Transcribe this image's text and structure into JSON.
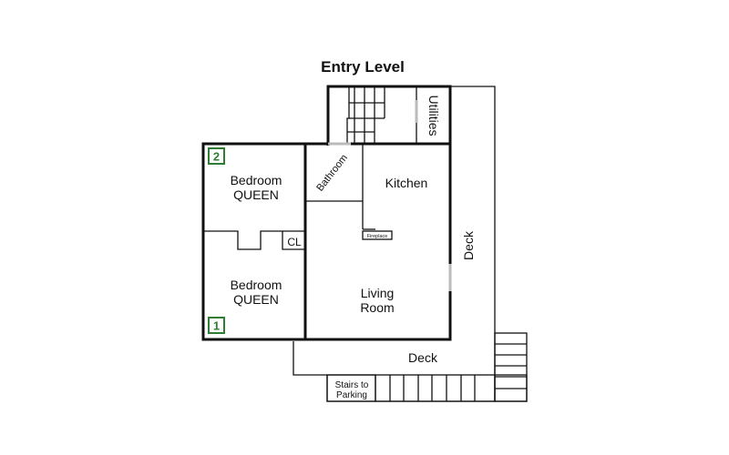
{
  "title": "Entry Level",
  "rooms": {
    "bedroom_2": {
      "line1": "Bedroom",
      "line2": "QUEEN",
      "badge": "2"
    },
    "bedroom_1": {
      "line1": "Bedroom",
      "line2": "QUEEN",
      "badge": "1"
    },
    "bathroom": "Bathroom",
    "kitchen": "Kitchen",
    "living": {
      "line1": "Living",
      "line2": "Room"
    },
    "closet": "CL",
    "fireplace": "Fireplace",
    "utilities": "Utilities",
    "deck_side": "Deck",
    "deck_bottom": "Deck",
    "stairs": {
      "line1": "Stairs to",
      "line2": "Parking"
    }
  },
  "colors": {
    "badge": "#2e7d32",
    "wall": "#111111"
  }
}
